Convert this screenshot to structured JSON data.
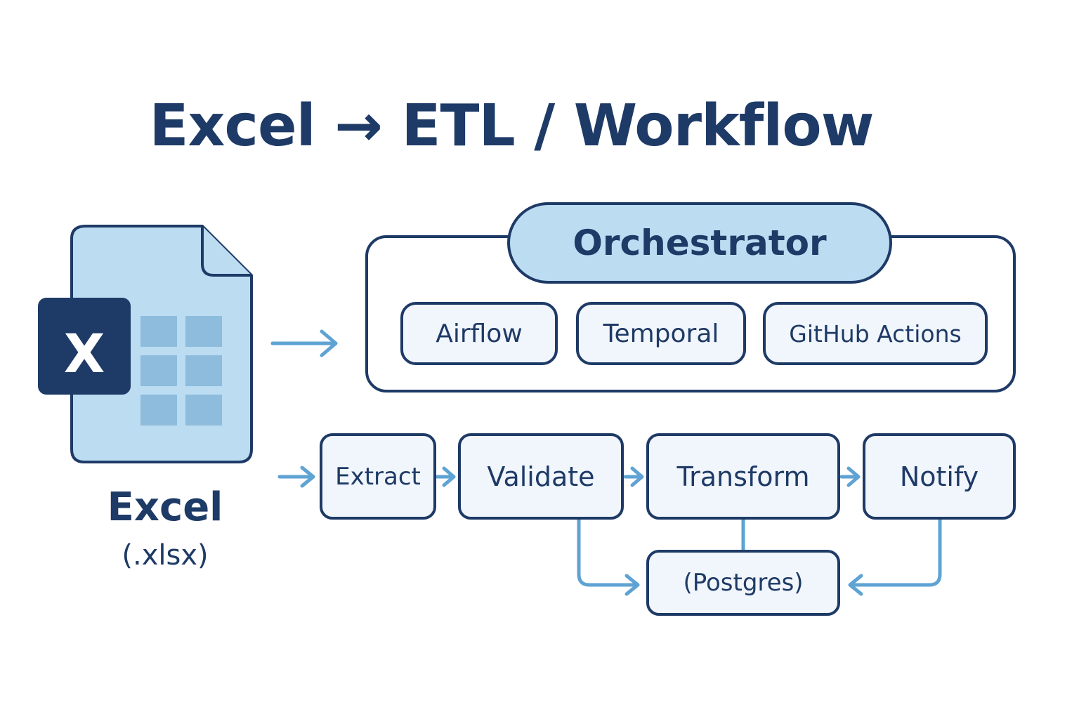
{
  "title": "Excel → ETL / Workflow",
  "excel": {
    "icon_letter": "X",
    "name": "Excel",
    "extension": "(.xlsx)"
  },
  "orchestrator": {
    "label": "Orchestrator",
    "tools": [
      "Airflow",
      "Temporal",
      "GitHub Actions"
    ]
  },
  "pipeline": {
    "steps": [
      "Extract",
      "Validate",
      "Transform",
      "Notify"
    ],
    "storage": "(Postgres)"
  },
  "colors": {
    "navy": "#1e3a66",
    "light_blue": "#bcdcf2",
    "cell_blue": "#8dbcdc",
    "arrow_blue": "#5ea3d3",
    "box_fill": "#f1f6fc"
  }
}
